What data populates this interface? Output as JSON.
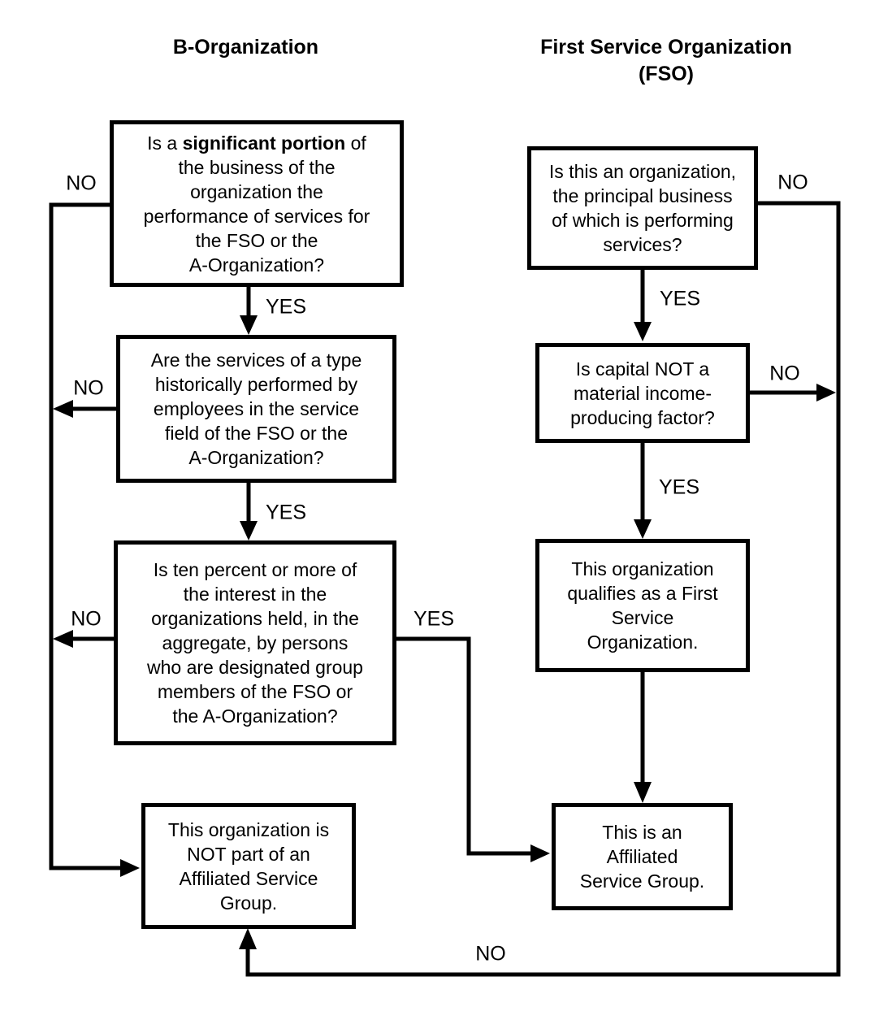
{
  "colors": {
    "background": "#ffffff",
    "line": "#000000",
    "text": "#000000"
  },
  "headers": {
    "left": "B-Organization",
    "right": "First Service Organization\n(FSO)"
  },
  "labels": {
    "yes": "YES",
    "no": "NO"
  },
  "boxes": {
    "b1": {
      "pre": "Is a ",
      "bold": "significant portion",
      "post": " of\nthe business of the\norganization the\nperformance of services for\nthe FSO or the\nA-Organization?"
    },
    "b2": {
      "text": "Are the services of a type\nhistorically performed by\nemployees in the service\nfield of the FSO or the\nA-Organization?"
    },
    "b3": {
      "text": "Is ten percent or more of\nthe interest in the\norganizations held, in the\naggregate, by persons\nwho are designated group\nmembers of the FSO or\nthe A-Organization?"
    },
    "b4": {
      "text": "This organization is\nNOT part of an\nAffiliated Service\nGroup."
    },
    "f1": {
      "text": "Is this an organization,\nthe principal business\nof which is performing\nservices?"
    },
    "f2": {
      "text": "Is capital NOT a\nmaterial income-\nproducing factor?"
    },
    "f3": {
      "text": "This organization\nqualifies as a First\nService\nOrganization."
    },
    "f4": {
      "text": "This is an\nAffiliated\nService Group."
    }
  }
}
